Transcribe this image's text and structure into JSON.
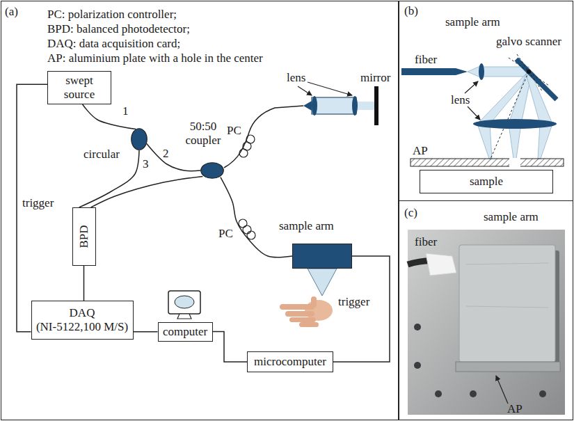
{
  "diagram": {
    "nodes": [
      {
        "text": [
          "(a)",
          "PC: polarization controller;",
          "BPD: balanced photodetector;",
          "DAQ: data acquisition card;",
          "AP: aluminium plate with a hole in the center"
        ]
      },
      {
        "text": [
          "swept source"
        ],
        "in": 0
      },
      {
        "text": [
          "circular"
        ],
        "in": 0
      },
      {
        "text": [
          "50:50 coupler"
        ],
        "in": 0
      },
      {
        "text": [
          "sample arm"
        ],
        "in": 0
      },
      {
        "text": [
          "BPD"
        ],
        "in": 0
      },
      {
        "text": [
          "DAQ",
          "(NI-5122,100 M/S)"
        ],
        "in": 0
      },
      {
        "text": [
          "computer"
        ],
        "in": 0
      },
      {
        "text": [
          "microcomputer"
        ],
        "in": 0
      },
      {
        "text": [
          "(b)",
          "sample arm"
        ]
      },
      {
        "text": [
          "sample"
        ],
        "in": 9
      },
      {
        "text": [
          "(c)",
          "sample arm"
        ]
      }
    ],
    "edges": [
      {
        "from": 1,
        "to": 2,
        "arrow": "none"
      },
      {
        "from": 2,
        "to": 3,
        "arrow": "none"
      },
      {
        "from": 2,
        "to": 5,
        "arrow": "none"
      },
      {
        "from": 3,
        "to": 5,
        "arrow": "none"
      },
      {
        "from": 3,
        "to": 4,
        "arrow": "none"
      },
      {
        "from": 1,
        "to": 6,
        "label": "trigger",
        "arrow": "none"
      },
      {
        "from": 5,
        "to": 6,
        "arrow": "none"
      },
      {
        "from": 6,
        "to": 7,
        "arrow": "none"
      },
      {
        "from": 7,
        "to": 8,
        "arrow": "none"
      },
      {
        "from": 8,
        "to": 4,
        "label": "trigger",
        "arrow": "none"
      }
    ],
    "labels": [
      "1",
      "2",
      "3",
      "PC",
      "PC",
      "lens",
      "mirror",
      "fiber",
      "galvo scanner",
      "lens",
      "AP",
      "fiber",
      "AP"
    ]
  }
}
